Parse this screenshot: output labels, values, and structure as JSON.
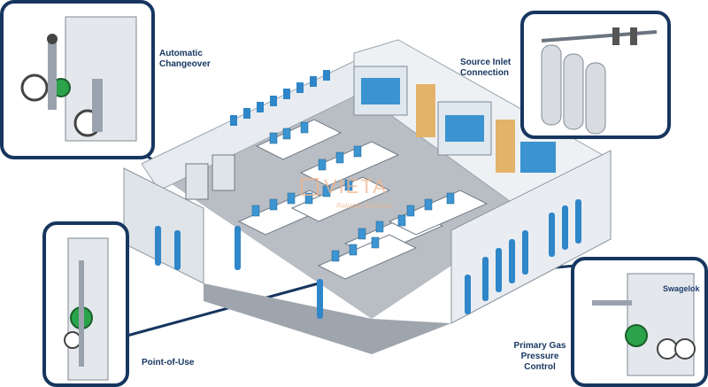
{
  "callouts": {
    "automatic_changeover": "Automatic\nChangeover",
    "source_inlet": "Source Inlet\nConnection",
    "point_of_use": "Point-of-Use",
    "primary_gas": "Primary Gas\nPressure\nControl"
  },
  "watermark": {
    "brand": "VIETA",
    "tagline": "Reliable Solutions"
  },
  "panel_brand": "Swagelok",
  "colors": {
    "frame": "#16365f",
    "cylinder": "#2f86c8",
    "wall": "#eef1f4",
    "floor": "#b9bec4",
    "bench": "#ffffff"
  }
}
